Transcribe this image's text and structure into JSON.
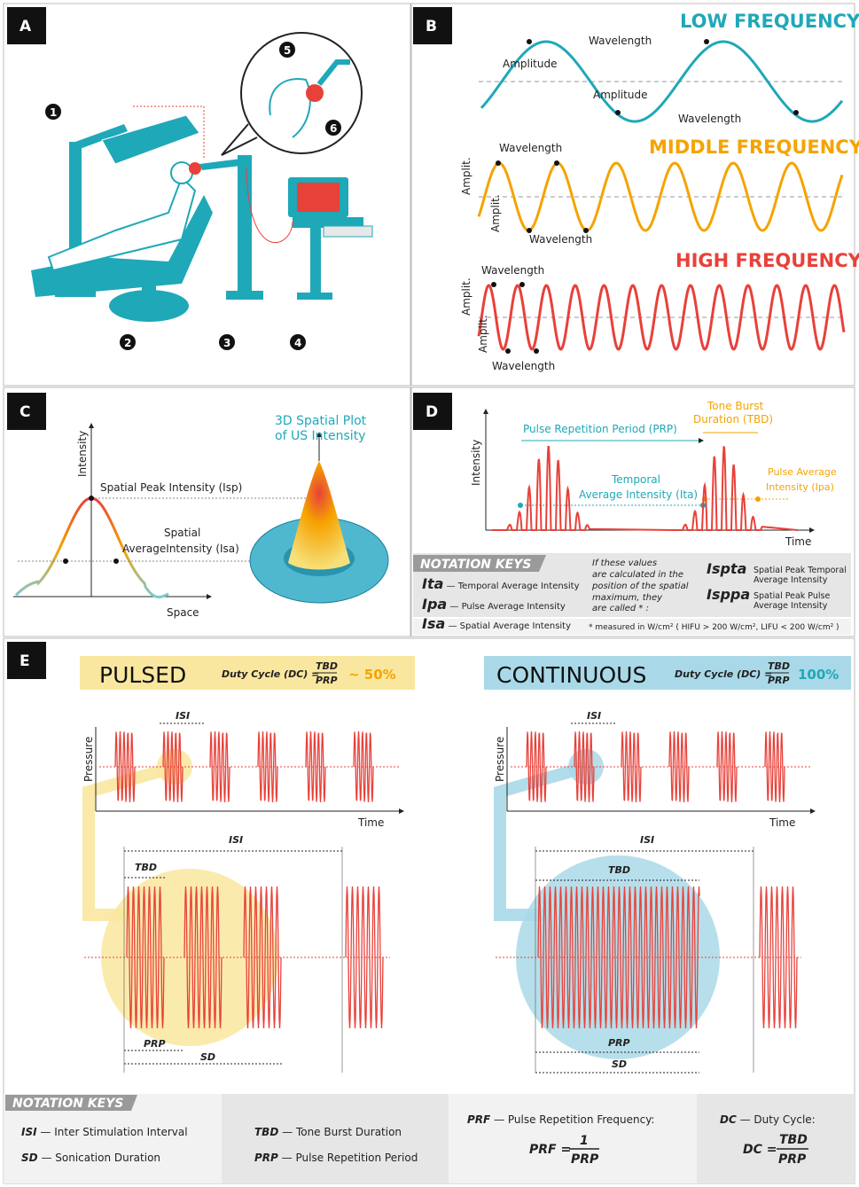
{
  "panels": {
    "a": "A",
    "b": "B",
    "c": "C",
    "d": "D",
    "e": "E"
  },
  "colors": {
    "teal": "#1fa8b8",
    "orange": "#f5a300",
    "red": "#e8413a",
    "yellow": "#f9e79f",
    "blue": "#a9d9e8"
  },
  "a": {
    "callouts": [
      "1",
      "2",
      "3",
      "4",
      "5",
      "6"
    ]
  },
  "b": {
    "low": "LOW FREQUENCY",
    "middle": "MIDDLE FREQUENCY",
    "high": "HIGH FREQUENCY",
    "wavelength": "Wavelength",
    "amplitude": "Amplitude",
    "amplit": "Amplit."
  },
  "c": {
    "ylabel": "Intensity",
    "xlabel": "Space",
    "sp": "Spatial Peak Intensity (Isp)",
    "sa1": "Spatial",
    "sa2": "AverageIntensity (Isa)",
    "plot1": "3D Spatial Plot",
    "plot2": "of US Intensity"
  },
  "d": {
    "ylabel": "Intensity",
    "xlabel": "Time",
    "prp": "Pulse Repetition Period (PRP)",
    "tbd1": "Tone Burst",
    "tbd2": "Duration (TBD)",
    "ta1": "Temporal",
    "ta2": "Average Intensity (Ita)",
    "pa1": "Pulse Average",
    "pa2": "Intensity (Ipa)",
    "keys_title": "NOTATION KEYS",
    "keys": [
      {
        "sym": "Ita",
        "desc": "— Temporal Average Intensity"
      },
      {
        "sym": "Ipa",
        "desc": "— Pulse Average Intensity"
      },
      {
        "sym": "Isa",
        "desc": "— Spatial Average Intensity"
      }
    ],
    "note": [
      "If these values",
      "are calculated in the",
      "position of the spatial",
      "maximum, they",
      "are called * :"
    ],
    "spta_sym": "Ispta",
    "spta": [
      "Spatial Peak Temporal",
      "Average Intensity"
    ],
    "sppa_sym": "Isppa",
    "sppa": [
      "Spatial Peak Pulse",
      "Average Intensity"
    ],
    "footnote": "* measured in W/cm² ( HIFU > 200 W/cm², LIFU < 200 W/cm² )"
  },
  "e": {
    "pulsed": "PULSED",
    "continuous": "CONTINUOUS",
    "dc": "Duty Cycle (DC) =",
    "tbd": "TBD",
    "prp": "PRP",
    "pulsed_val": "~ 50%",
    "cont_val": "100%",
    "pressure": "Pressure",
    "time": "Time",
    "isi": "ISI",
    "sd": "SD"
  },
  "keys": {
    "title": "NOTATION KEYS",
    "isi": "ISI",
    "isi_d": "— Inter Stimulation Interval",
    "sd": "SD",
    "sd_d": "— Sonication Duration",
    "tbd": "TBD",
    "tbd_d": "— Tone Burst Duration",
    "prp": "PRP",
    "prp_d": "— Pulse Repetition Period",
    "prf": "PRF",
    "prf_d": "— Pulse Repetition Frequency:",
    "prf_eq": "PRF =",
    "one": "1",
    "dc": "DC",
    "dc_d": "— Duty Cycle:",
    "dc_eq": "DC ="
  }
}
